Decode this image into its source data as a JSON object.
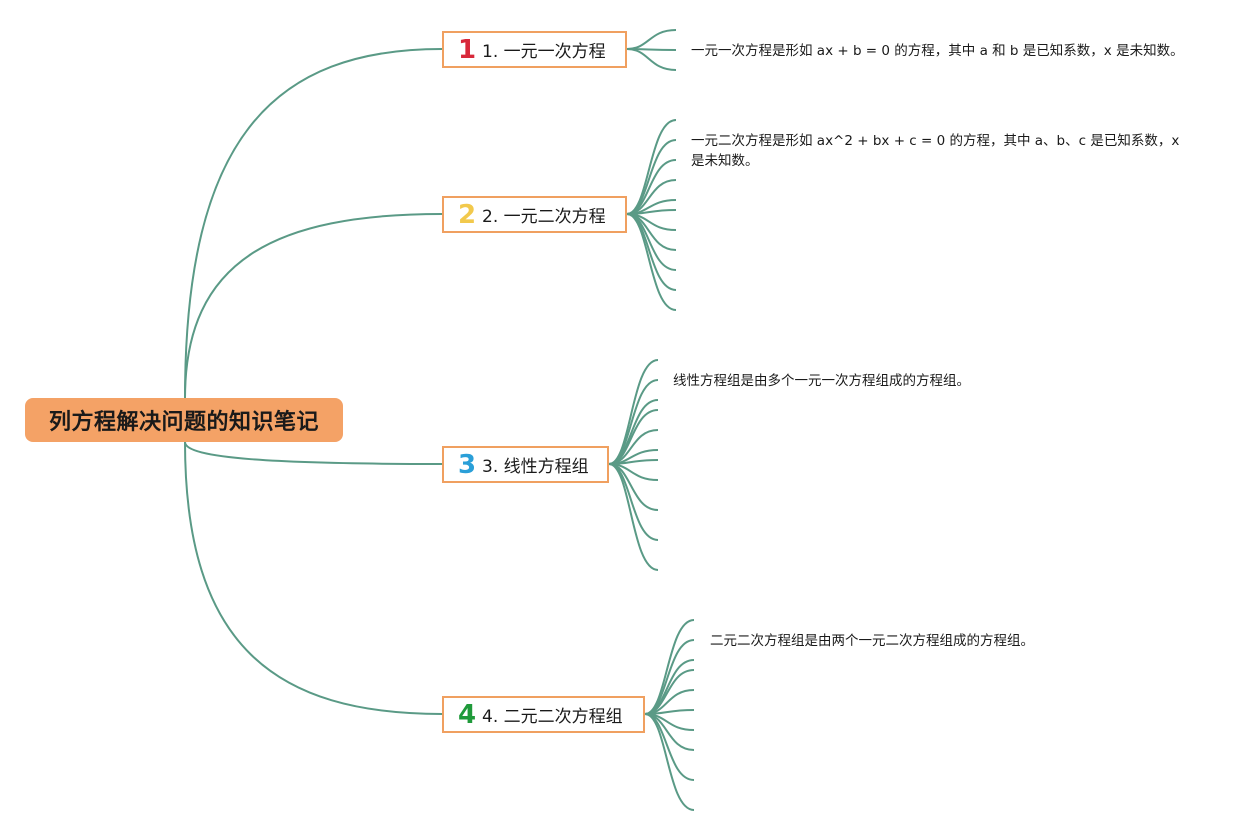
{
  "root": {
    "title": "列方程解决问题的知识笔记"
  },
  "branches": [
    {
      "badge": "1",
      "badge_color": "#d8283a",
      "label": "1. 一元一次方程",
      "note": "一元一次方程是形如 ax + b = 0 的方程，其中 a 和 b 是已知系数，x 是未知数。"
    },
    {
      "badge": "2",
      "badge_color": "#f2c94c",
      "label": "2. 一元二次方程",
      "note": "一元二次方程是形如 ax^2 + bx + c = 0 的方程，其中 a、b、c 是已知系数，x 是未知数。"
    },
    {
      "badge": "3",
      "badge_color": "#2a9fd8",
      "label": "3. 线性方程组",
      "note": "线性方程组是由多个一元一次方程组成的方程组。"
    },
    {
      "badge": "4",
      "badge_color": "#1f9a3a",
      "label": "4. 二元二次方程组",
      "note": "二元二次方程组是由两个一元二次方程组成的方程组。"
    }
  ],
  "colors": {
    "connector": "#5a9a86",
    "root_fill": "#f4a266",
    "topic_border": "#f0a060"
  }
}
